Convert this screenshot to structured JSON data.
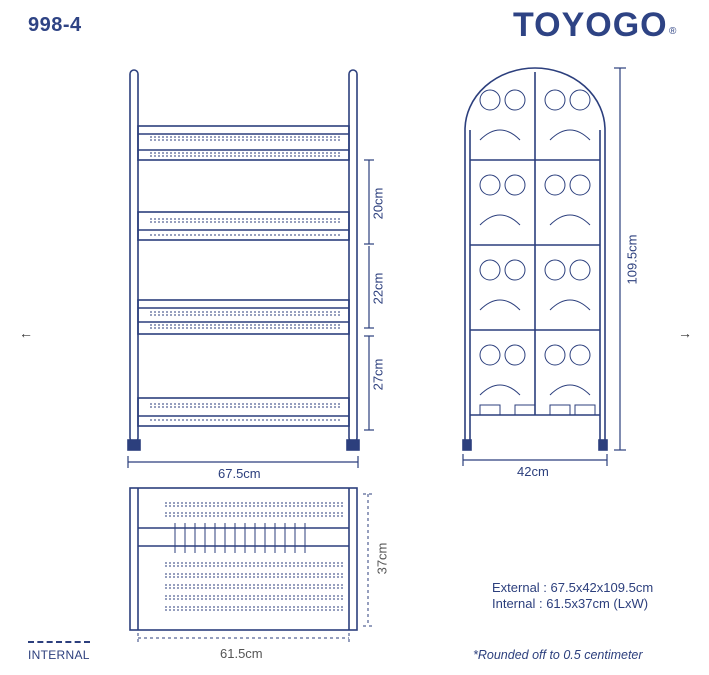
{
  "header": {
    "model": "998-4",
    "brand": "TOYOGO",
    "brand_mark": "®"
  },
  "nav": {
    "prev": "←",
    "next": "→"
  },
  "front_view": {
    "width_label": "67.5cm",
    "gap_labels": [
      "20cm",
      "22cm",
      "27cm"
    ]
  },
  "side_view": {
    "width_label": "42cm",
    "height_label": "109.5cm"
  },
  "top_view": {
    "internal_width_label": "61.5cm",
    "internal_depth_label": "37cm"
  },
  "specs": {
    "external": "External : 67.5x42x109.5cm",
    "internal": "Internal : 61.5x37cm (LxW)"
  },
  "note": "*Rounded off to 0.5 centimeter",
  "legend": {
    "internal": "INTERNAL"
  },
  "colors": {
    "line": "#2c3f7d",
    "brand": "#2e4384"
  }
}
